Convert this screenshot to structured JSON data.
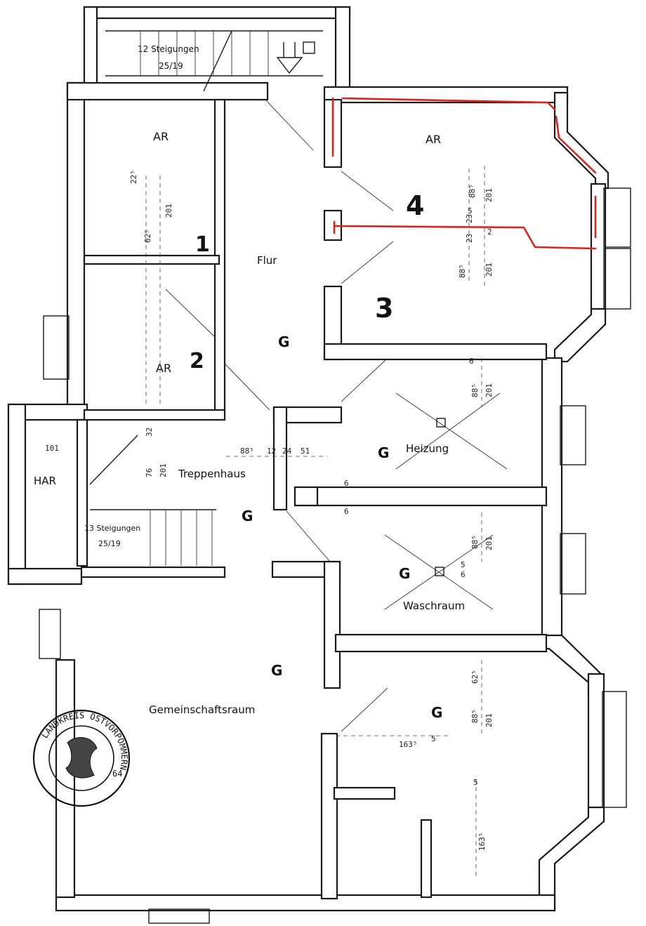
{
  "rooms": {
    "ar_top_left": "AR",
    "ar_top_right": "AR",
    "ar_middle_left": "AR",
    "har": "HAR",
    "flur": "Flur",
    "treppenhaus": "Treppenhaus",
    "heizung": "Heizung",
    "waschraum": "Waschraum",
    "gemeinschaftsraum": "Gemeinschaftsraum"
  },
  "stairs": {
    "top_count": "12 Steigungen",
    "top_size": "25/19",
    "mid_count": "13 Steigungen",
    "mid_size": "25/19"
  },
  "markers": {
    "g_flur": "G",
    "g_heizung": "G",
    "g_treppenhaus": "G",
    "g_waschraum": "G",
    "g_gemeinschaft": "G",
    "g_bottom_right": "G"
  },
  "handwritten": {
    "n1": "1",
    "n2": "2",
    "n3": "3",
    "n4": "4"
  },
  "dimensions": {
    "d_101": "101",
    "d_88_5_a": "88⁵",
    "d_201_a": "201",
    "d_5_a": "5",
    "d_23_a": "23",
    "d_2_a": "2",
    "d_23_b": "23",
    "d_88_5_b": "88⁵",
    "d_201_b": "201",
    "d_6_a": "6",
    "d_88_5_c": "88⁵",
    "d_201_c": "201",
    "d_88_5_tr": "88⁵",
    "d_12": "12",
    "d_24": "24",
    "d_51": "51",
    "d_6_b": "6",
    "d_6_c": "6",
    "d_88_5_w": "88⁵",
    "d_201_w": "201",
    "d_5_w": "5",
    "d_6_w": "6",
    "d_62_5": "62⁵",
    "d_88_5_g": "88⁵",
    "d_201_g": "201",
    "d_163_5_a": "163⁵",
    "d_5_g": "5",
    "d_5_h": "5",
    "d_163_5_b": "163⁵",
    "d_32": "32",
    "d_76": "76",
    "d_201_t": "201",
    "d_22_5": "22⁵",
    "d_62_5_l": "62⁵",
    "d_201_l": "201"
  },
  "seal": {
    "text": "LANDKREIS OSTVORPOMMERN",
    "number": "64"
  },
  "colors": {
    "ink": "#1a1a1a",
    "markup_red": "#d8241c",
    "paper": "#ffffff"
  }
}
